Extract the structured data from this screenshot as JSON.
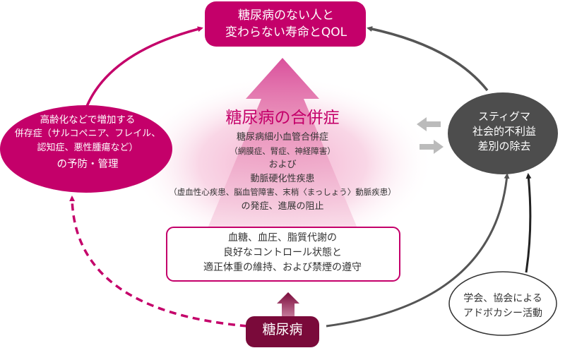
{
  "goal": {
    "lines": [
      "糖尿病のない人と",
      "変わらない寿命とQOL"
    ]
  },
  "left_box": {
    "lines": [
      "高齢化などで増加する",
      "併存症（サルコペニア、フレイル、",
      "認知症、悪性腫瘍など）",
      "の予防・管理"
    ]
  },
  "right_box": {
    "lines": [
      "スティグマ",
      "社会的不利益",
      "差別の除去"
    ]
  },
  "center": {
    "title": "糖尿病の合併症",
    "lines": [
      "糖尿病細小血管合併症",
      "（網膜症、腎症、神経障害）",
      "および",
      "動脈硬化性疾患",
      "（虚血性心疾患、脳血管障害、末梢〈まっしょう〉動脈疾患）",
      "の発症、進展の阻止"
    ]
  },
  "control_box": {
    "lines": [
      "血糖、血圧、脂質代謝の",
      "良好なコントロール状態と",
      "適正体重の維持、および禁煙の遵守"
    ]
  },
  "diabetes_box": {
    "label": "糖尿病"
  },
  "advocacy_box": {
    "lines": [
      "学会、協会による",
      "アドボカシー活動"
    ]
  },
  "colors": {
    "magenta": "#c4006a",
    "dark_magenta": "#7a0a3a",
    "pink_light": "#f6c6dc",
    "dark_gray": "#4d4d4d",
    "arrow_gray": "#555555",
    "light_gray_arrow": "#bbbbbb"
  }
}
